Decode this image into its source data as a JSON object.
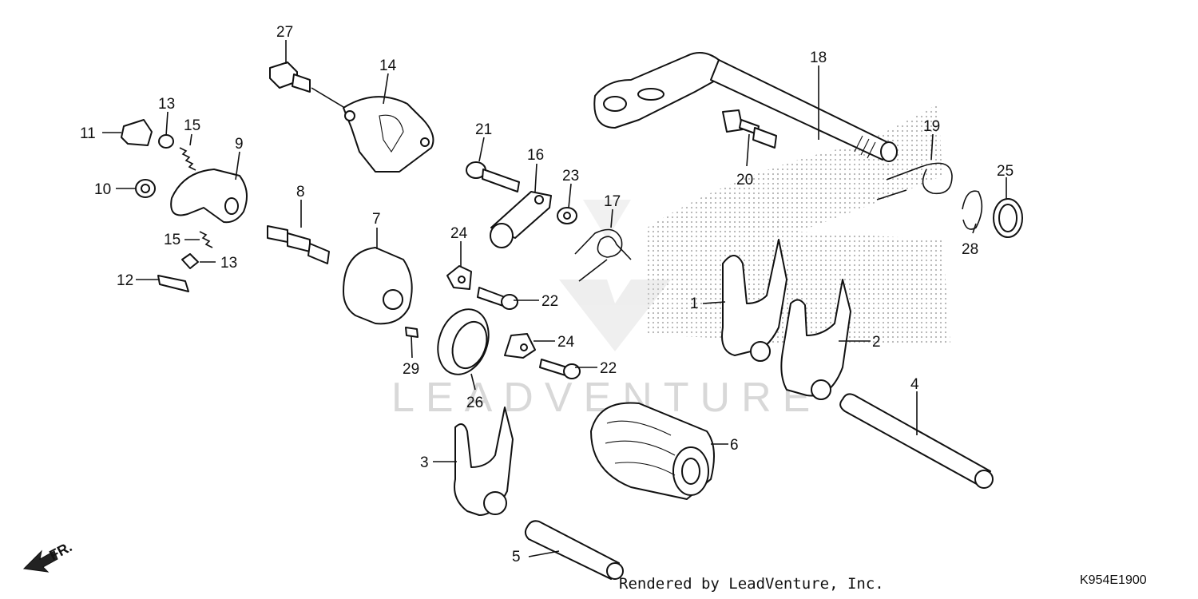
{
  "diagram": {
    "callouts": [
      "27",
      "14",
      "18",
      "13",
      "11",
      "15",
      "9",
      "10",
      "21",
      "16",
      "23",
      "17",
      "20",
      "19",
      "25",
      "8",
      "7",
      "24",
      "22",
      "28",
      "1",
      "2",
      "29",
      "26",
      "4",
      "3",
      "6",
      "5"
    ],
    "parts": {
      "fork_1": "1",
      "fork_2": "2",
      "fork_3": "3",
      "shaft_4": "4",
      "shaft_5": "5",
      "drum_6": "6",
      "cam_7": "7",
      "bolt_8": "8",
      "stopper_9": "9",
      "washer_10": "10",
      "pin_11": "11",
      "pin_12": "12",
      "bolt_27": "27",
      "plate_14": "14",
      "spindle_18": "18",
      "bolt_21": "21",
      "stopper_arm_16": "16",
      "washer_23": "23",
      "spring_17": "17",
      "bolt_20": "20",
      "spring_19": "19",
      "washer_25": "25",
      "clip_28": "28",
      "bearing_26": "26",
      "dowel_29": "29"
    },
    "direction_label": "FR.",
    "watermark": "LEADVENTURE",
    "footer_text": "Rendered by LeadVenture, Inc.",
    "diagram_code": "K954E1900"
  }
}
